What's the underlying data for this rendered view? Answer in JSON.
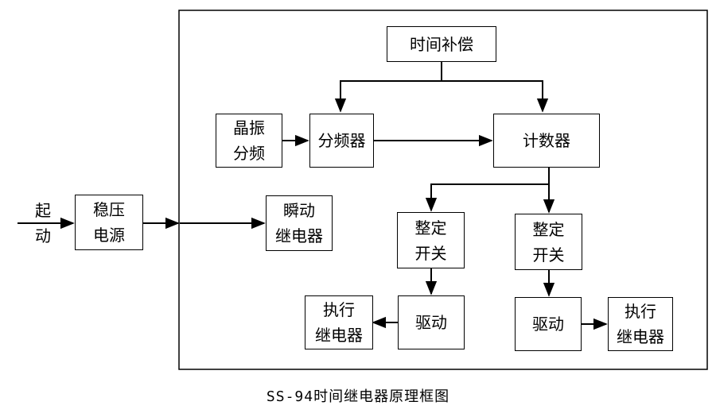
{
  "blocks": {
    "time_comp": [
      "时间补偿"
    ],
    "crystal": [
      "晶振",
      "分频"
    ],
    "divider": [
      "分频器"
    ],
    "counter": [
      "计数器"
    ],
    "regulator": [
      "稳压",
      "电源"
    ],
    "instant_relay": [
      "瞬动",
      "继电器"
    ],
    "set_switch_left": [
      "整定",
      "开关"
    ],
    "set_switch_right": [
      "整定",
      "开关"
    ],
    "driver_left": [
      "驱动"
    ],
    "driver_right": [
      "驱动"
    ],
    "exec_relay_left": [
      "执行",
      "继电器"
    ],
    "exec_relay_right": [
      "执行",
      "继电器"
    ]
  },
  "start_label": [
    "起",
    "动"
  ],
  "caption": "SS-94时间继电器原理框图"
}
